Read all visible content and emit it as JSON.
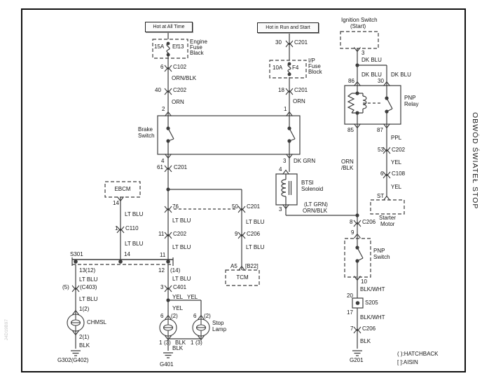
{
  "meta": {
    "side_title": "OBWÓD ŚWIATEŁ STOP",
    "doc_code": "J4D19B97"
  },
  "legend": {
    "hatchback": "( ):HATCHBACK",
    "aisin": "[ ]:AISIN"
  },
  "power_left": {
    "title": "Hot at All Time",
    "fuse_amp": "15A",
    "fuse_id": "Ef13",
    "fuse_name_l1": "Engine",
    "fuse_name_l2": "Fuse",
    "fuse_name_l3": "Black",
    "pin_6": "6",
    "conn_c102": "C102",
    "wire_ornblk": "ORN/BLK",
    "pin_40": "40",
    "conn_c202": "C202",
    "wire_orn": "ORN"
  },
  "power_mid": {
    "title": "Hot in Run and Start",
    "pin_30": "30",
    "conn_c201_top": "C201",
    "fuse_amp": "10A",
    "fuse_id": "F4",
    "fuse_name_l1": "I/P",
    "fuse_name_l2": "Fuse",
    "fuse_name_l3": "Block",
    "pin_18": "18",
    "conn_c201_bot": "C201",
    "wire_orn": "ORN"
  },
  "brake_switch": {
    "name_l1": "Brake",
    "name_l2": "Switch",
    "pin_2": "2",
    "pin_1": "1",
    "pin_4": "4",
    "pin_3": "3"
  },
  "center_run": {
    "pin_61": "61",
    "conn_c201": "C201",
    "pin_76": "76",
    "pin_50": "50",
    "conn_c201b": "C201",
    "wire_ltblu_1": "LT BLU",
    "pin_11a": "11",
    "conn_c202": "C202",
    "wire_ltblu_2": "LT BLU",
    "pin_11b": "11"
  },
  "tcm_branch": {
    "wire_ltblu_1": "LT BLU",
    "pin_9": "9",
    "conn_c206": "C206",
    "wire_ltblu_2": "LT BLU",
    "pin_a5": "A5",
    "pin_b22": "[B22]",
    "box": "TCM"
  },
  "ebcm_branch": {
    "box": "EBCM",
    "pin_14a": "14",
    "wire_ltblu_1": "LT BLU",
    "pin_1": "1",
    "conn_c110": "C110",
    "wire_ltblu_2": "LT BLU",
    "pin_14b": "14"
  },
  "s301": {
    "name": "S301",
    "pin_1312": "13(12)",
    "pin_12": "12",
    "pin_14": "(14)"
  },
  "chmsl": {
    "wire_ltblu_1": "LT BLU",
    "pin_5": "(5)",
    "conn_c403": "(C403)",
    "wire_ltblu_2": "LT BLU",
    "pin_12": "1(2)",
    "name": "CHMSL",
    "pin_21": "2(1)",
    "wire_blk": "BLK",
    "ground": "G302(G402)"
  },
  "stop_lamps": {
    "wire_ltblu": "LT BLU",
    "pin_3": "3",
    "conn_c401": "C401",
    "wire_yel_1": "YEL",
    "wire_yel_2": "YEL",
    "wire_yel_3": "YEL",
    "pin_l6": "6",
    "pin_l2": "(2)",
    "pin_r6": "6",
    "pin_r2": "(2)",
    "name_l1": "Stop",
    "name_l2": "Lamp",
    "pin_lb1": "1",
    "pin_lb3": "(3)",
    "wire_blk_1": "BLK",
    "pin_rb1": "1",
    "pin_rb3": "(3)",
    "wire_blk_2": "BLK",
    "ground": "G401"
  },
  "btsi": {
    "wire_dkgrn": "DK GRN",
    "pin_4": "4",
    "name_l1": "BTSI",
    "name_l2": "Solenoid",
    "pin_3": "3",
    "wire_alt": "(LT GRN)",
    "wire_ornblk": "ORN/BLK"
  },
  "ignition": {
    "title_l1": "Ignition Switch",
    "title_l2": "(Start)",
    "pin_3": "3",
    "wire_dkblu_1": "DK BLU",
    "wire_dkblu_2": "DK BLU",
    "wire_dkblu_3": "DK BLU",
    "pin_86": "86",
    "pin_30": "30"
  },
  "pnp_relay": {
    "name_l1": "PNP",
    "name_l2": "Relay",
    "pin_85": "85",
    "pin_87": "87",
    "wire_orn": "ORN",
    "wire_blk": "/BLK",
    "wire_ppl": "PPL",
    "pin_53": "53",
    "conn_c202": "C202",
    "wire_yel_1": "YEL",
    "pin_6": "6",
    "conn_c108": "C108",
    "wire_yel_2": "YEL",
    "pin_st": "ST",
    "starter_l1": "Starter",
    "starter_l2": "Motor"
  },
  "pnp_switch": {
    "pin_8": "8",
    "conn_c206": "C206",
    "pin_9": "9",
    "name_l1": "PNP",
    "name_l2": "Switch",
    "pin_10": "10",
    "wire_blkwht_1": "BLK/WHT",
    "pin_20": "20",
    "splice": "S205",
    "pin_17": "17",
    "wire_blkwht_2": "BLK/WHT",
    "pin_7": "7",
    "conn_c206b": "C206",
    "wire_blk": "BLK",
    "ground": "G201"
  }
}
